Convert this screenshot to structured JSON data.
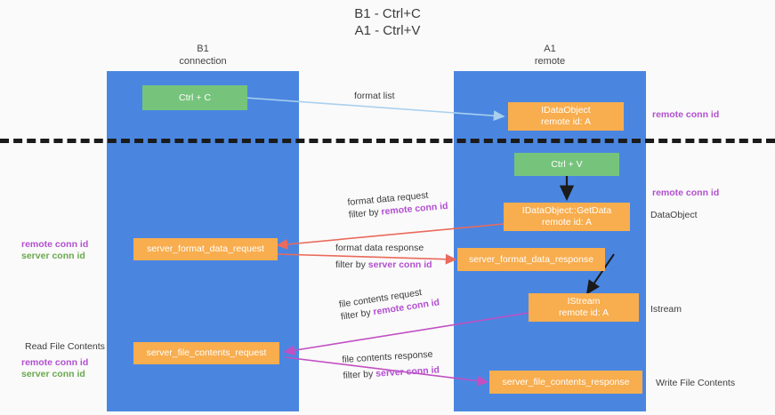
{
  "title": {
    "line1": "B1 - Ctrl+C",
    "line2": "A1 - Ctrl+V"
  },
  "columns": [
    {
      "name": "B1",
      "role": "connection"
    },
    {
      "name": "A1",
      "role": "remote"
    }
  ],
  "colors": {
    "lane": "#4a86e0",
    "green_node": "#76c47c",
    "orange_node": "#f8ad4e",
    "purple_text": "#b24fd0",
    "green_text": "#6aa84f",
    "blue_arrow": "#a8d0ee",
    "red_arrow": "#ea6a5c",
    "magenta_arrow": "#c24fc2",
    "black_arrow": "#1b1b1b",
    "dashed_line": "#1b1b1b",
    "background": "#fafafa"
  },
  "nodes": {
    "ctrl_c": {
      "line1": "Ctrl + C"
    },
    "idataobject": {
      "line1": "IDataObject",
      "line2": "remote id: A"
    },
    "ctrl_v": {
      "line1": "Ctrl + V"
    },
    "getdata": {
      "line1": "IDataObject::GetData",
      "line2": "remote id: A"
    },
    "server_format_data_request": {
      "line1": "server_format_data_request"
    },
    "server_format_data_response": {
      "line1": "server_format_data_response"
    },
    "istream": {
      "line1": "IStream",
      "line2": "remote id: A"
    },
    "server_file_contents_request": {
      "line1": "server_file_contents_request"
    },
    "server_file_contents_response": {
      "line1": "server_file_contents_response"
    }
  },
  "edge_labels": {
    "format_list": "format list",
    "format_data_request": {
      "line1": "format data request",
      "prefix": "filter by ",
      "key": "remote conn id"
    },
    "format_data_response": {
      "line1": "format data response",
      "prefix": "filter by ",
      "key": "server conn id"
    },
    "file_contents_request": {
      "line1": "file contents request",
      "prefix": "filter by ",
      "key": "remote conn id"
    },
    "file_contents_response": {
      "line1": "file contents response",
      "prefix": "filter by ",
      "key": "server conn id"
    }
  },
  "right_labels": {
    "remote_conn_id_top": "remote conn id",
    "remote_conn_id_mid": "remote conn id",
    "dataobject": "DataObject",
    "istream": "Istream",
    "write_file_contents": "Write File Contents"
  },
  "left_labels": {
    "remote_conn_id_1": "remote conn id",
    "server_conn_id_1": "server conn id",
    "read_file_contents": "Read File Contents",
    "remote_conn_id_2": "remote conn id",
    "server_conn_id_2": "server conn id"
  }
}
